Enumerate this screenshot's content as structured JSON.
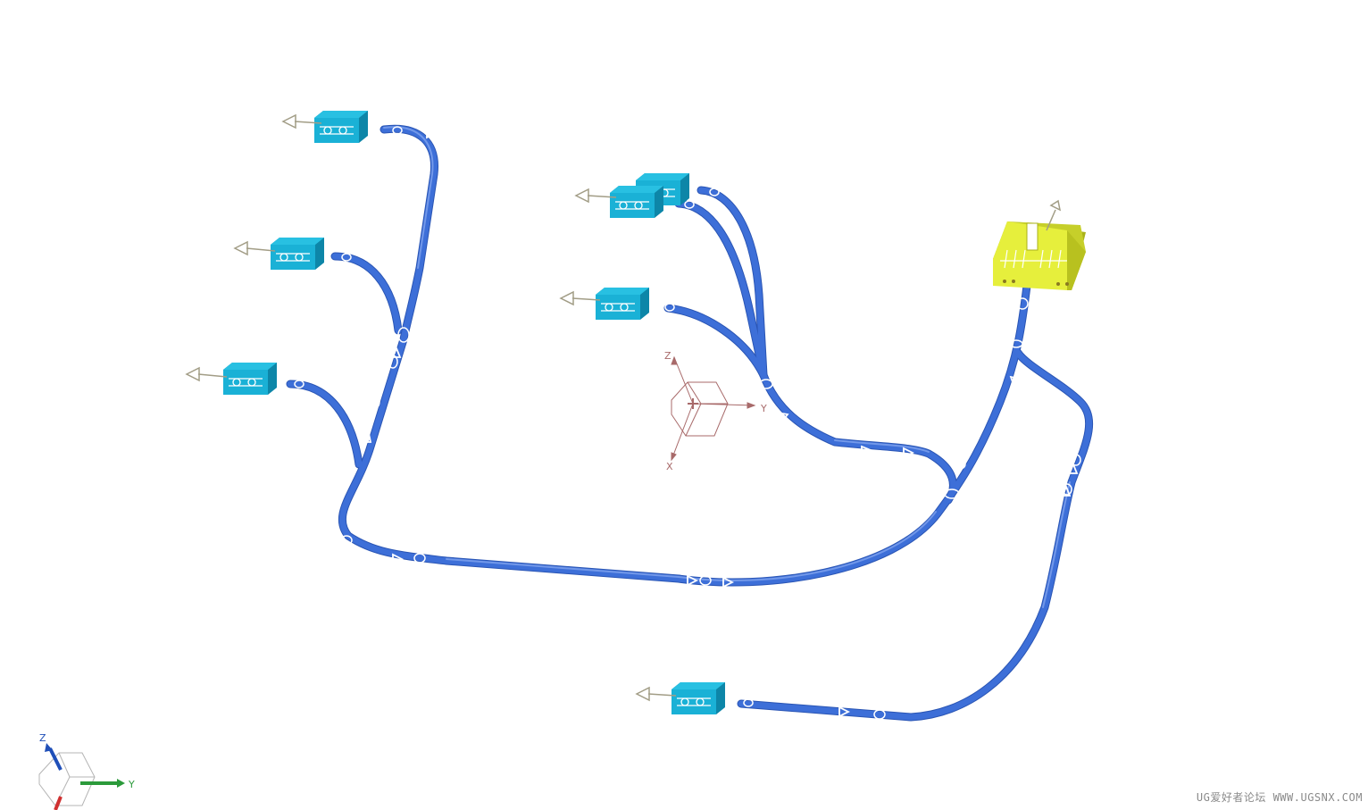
{
  "colors": {
    "background": "#ffffff",
    "harness_wire": "#3d6fd8",
    "harness_wire_highlight": "#6f96ea",
    "connector_body": "#1ab1d6",
    "connector_dark": "#0d86a8",
    "main_connector_body": "#e6ef3c",
    "main_connector_dark": "#a9b21a",
    "direction_arrow": "#a29d86",
    "wcs_axes": "#a86a6a",
    "triad_z": "#1f4fb8",
    "triad_y": "#2b9a3a",
    "triad_x": "#d03030",
    "triad_cube": "#b4b4b4"
  },
  "icons": {
    "wcs": "wcs-csys-icon",
    "triad": "view-triad-icon",
    "connector": "connector-icon",
    "direction": "direction-arrow-icon"
  },
  "wcs": {
    "x_label": "X",
    "y_label": "Y",
    "z_label": "Z"
  },
  "triad": {
    "y_label": "Y",
    "z_label": "Z"
  },
  "watermark": "UG爱好者论坛 WWW.UGSNX.COM"
}
